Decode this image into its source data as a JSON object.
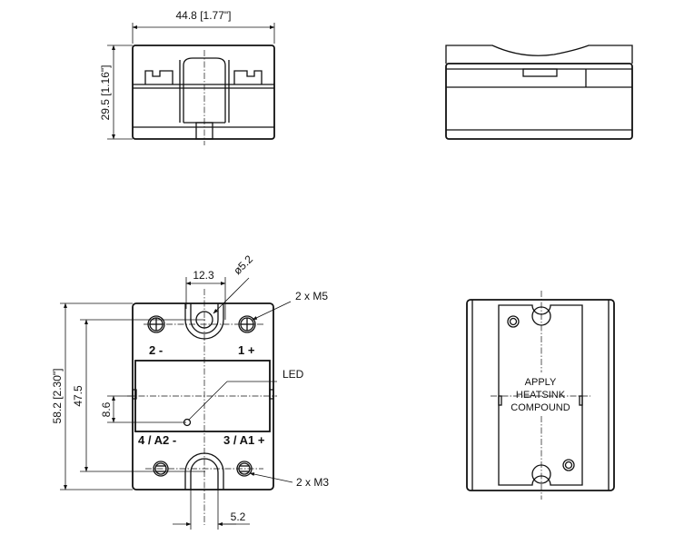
{
  "top_view": {
    "width_dim": "44.8 [1.77\"]",
    "height_dim": "29.5 [1.16\"]"
  },
  "front_view": {
    "hole_spacing_dim": "12.3",
    "hole_diameter": "ø5.2",
    "screw_top_callout": "2 x M5",
    "screw_bottom_callout": "2 x M3",
    "led_callout": "LED",
    "overall_height_dim": "58.2 [2.30\"]",
    "mount_pitch_dim": "47.5",
    "led_offset_dim": "8.6",
    "slot_width_dim": "5.2",
    "terminal_tl": "2 -",
    "terminal_tr": "1 +",
    "terminal_bl": "4 / A2 -",
    "terminal_br": "3 / A1 +"
  },
  "back_view": {
    "label_line1": "APPLY",
    "label_line2": "HEATSINK",
    "label_line3": "COMPOUND"
  }
}
